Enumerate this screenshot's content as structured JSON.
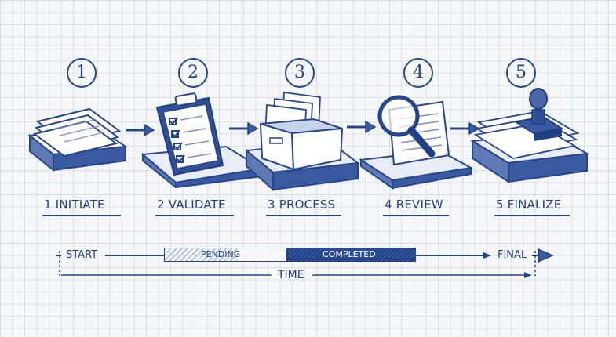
{
  "steps": [
    {
      "number": "1",
      "label": "1 INITIATE",
      "icon": "document-stack-icon"
    },
    {
      "number": "2",
      "label": "2 VALIDATE",
      "icon": "clipboard-checklist-icon"
    },
    {
      "number": "3",
      "label": "3 PROCESS",
      "icon": "file-box-icon"
    },
    {
      "number": "4",
      "label": "4 REVIEW",
      "icon": "magnifying-glass-icon"
    },
    {
      "number": "5",
      "label": "5 FINALIZE",
      "icon": "stamp-icon"
    }
  ],
  "timeline": {
    "start": "START",
    "pending": "PENDING",
    "completed": "COMPLETED",
    "final": "FINAL",
    "axis": "TIME"
  },
  "colors": {
    "ink": "#1f3f86",
    "ink_dark": "#25458f",
    "grid": "#d9dfe8",
    "paper": "#f6f7f9"
  }
}
